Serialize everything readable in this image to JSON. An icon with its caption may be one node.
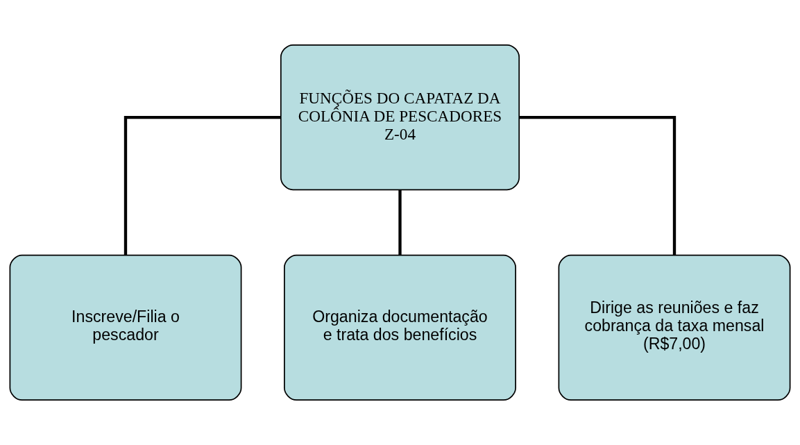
{
  "diagram": {
    "nodes": [
      {
        "text": [
          "FUNÇÕES DO CAPATAZ DA COLÔNIA DE PESCADORES Z-04"
        ]
      },
      {
        "text": [
          "Inscreve/Filia o pescador"
        ]
      },
      {
        "text": [
          "Organiza documentação e trata dos benefícios"
        ]
      },
      {
        "text": [
          "Dirige as reuniões e faz cobrança da taxa mensal (R$7,00)"
        ]
      }
    ],
    "edges": [
      {
        "from": 0,
        "to": 1,
        "arrow": "none"
      },
      {
        "from": 0,
        "to": 2,
        "arrow": "none"
      },
      {
        "from": 0,
        "to": 3,
        "arrow": "none"
      }
    ]
  }
}
